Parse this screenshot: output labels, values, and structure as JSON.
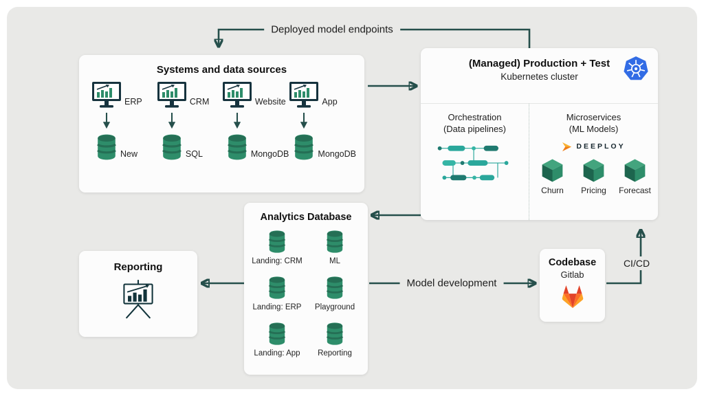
{
  "diagram": {
    "flow_labels": {
      "deployed_endpoints": "Deployed model endpoints",
      "model_development": "Model development",
      "cicd": "CI/CD"
    },
    "systems_box": {
      "title": "Systems and data sources",
      "sources": [
        {
          "system": "ERP",
          "database": "New"
        },
        {
          "system": "CRM",
          "database": "SQL"
        },
        {
          "system": "Website",
          "database": "MongoDB"
        },
        {
          "system": "App",
          "database": "MongoDB"
        }
      ]
    },
    "kubernetes_box": {
      "title": "(Managed) Production + Test",
      "subtitle": "Kubernetes cluster",
      "orchestration": {
        "title": "Orchestration",
        "subtitle": "(Data pipelines)"
      },
      "microservices": {
        "title": "Microservices",
        "subtitle": "(ML Models)",
        "brand": "DEEPLOY",
        "models": [
          "Churn",
          "Pricing",
          "Forecast"
        ]
      }
    },
    "analytics_box": {
      "title": "Analytics Database",
      "databases": [
        "Landing: CRM",
        "ML",
        "Landing: ERP",
        "Playground",
        "Landing: App",
        "Reporting"
      ]
    },
    "reporting_box": {
      "title": "Reporting"
    },
    "codebase_box": {
      "title": "Codebase",
      "subtitle": "Gitlab"
    }
  },
  "colors": {
    "background": "#e9e9e7",
    "arrow": "#254f4b",
    "database_green": "#2e8d6a",
    "database_green_dark": "#256f55",
    "pipeline_teal": "#2aa79b",
    "kubernetes_blue": "#326ce5",
    "gitlab_red": "#e24329",
    "gitlab_orange": "#fc6d26",
    "gitlab_yellow": "#fca326",
    "deeploy_orange": "#ef7d1a"
  }
}
